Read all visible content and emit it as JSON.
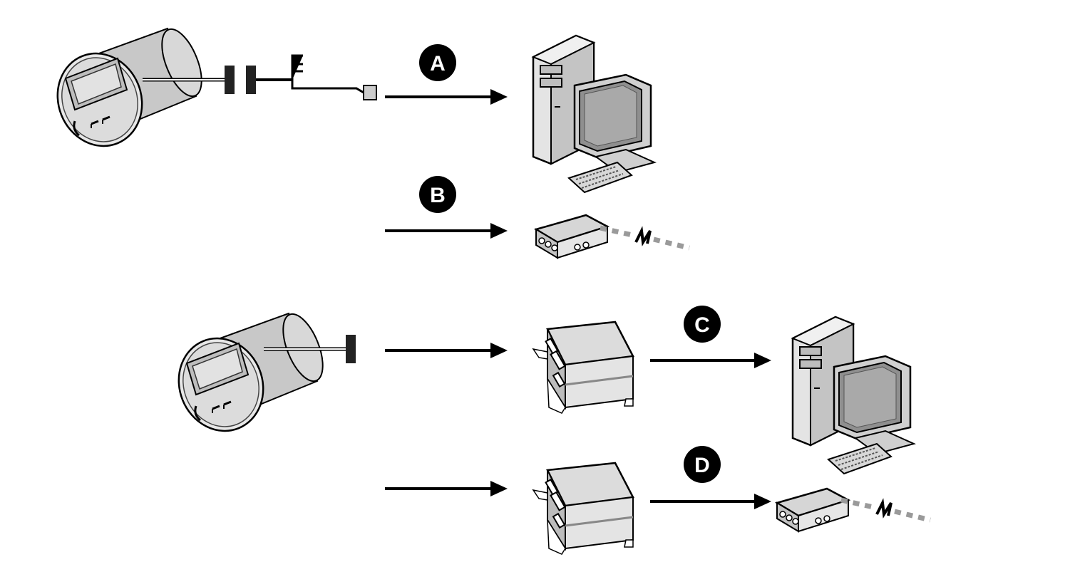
{
  "labels": {
    "a": "A",
    "b": "B",
    "c": "C",
    "d": "D"
  },
  "colors": {
    "line": "#000000",
    "device_light": "#e6e6e6",
    "device_mid": "#cfcfcf",
    "device_dark": "#a8a8a8",
    "signal_dash": "#9a9a9a"
  },
  "icons": {
    "meter": "utility-meter-icon",
    "computer": "desktop-computer-icon",
    "modem": "modem-icon",
    "converter": "interface-converter-icon",
    "remote_link": "remote-link-icon"
  }
}
